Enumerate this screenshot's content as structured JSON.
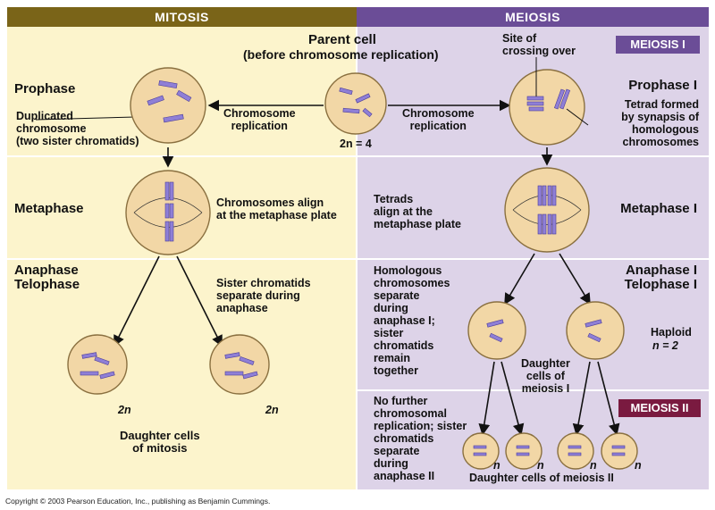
{
  "headers": {
    "mitosis": "MITOSIS",
    "meiosis": "MEIOSIS"
  },
  "tags": {
    "meiosis_one": "MEIOSIS I",
    "meiosis_two": "MEIOSIS II"
  },
  "parent": {
    "title": "Parent cell",
    "subtitle": "(before chromosome replication)",
    "ploidy": "2n = 4"
  },
  "crossing_over": "Site of\ncrossing over",
  "stages": {
    "prophase": "Prophase",
    "metaphase": "Metaphase",
    "anaphase_telophase": "Anaphase\nTelophase",
    "prophase_one": "Prophase I",
    "metaphase_one": "Metaphase I",
    "anaphase_telophase_one": "Anaphase I\nTelophase I"
  },
  "labels": {
    "duplicated": "Duplicated\nchromosome\n(two sister chromatids)",
    "replication_left": "Chromosome\nreplication",
    "replication_right": "Chromosome\nreplication",
    "tetrad_formed": "Tetrad formed\nby synapsis of\nhomologous\nchromosomes",
    "align_plate": "Chromosomes align\nat the metaphase plate",
    "tetrads_align": "Tetrads\nalign at the\nmetaphase plate",
    "sister_separate": "Sister chromatids\nseparate during\nanaphase",
    "homologous_separate": "Homologous\nchromosomes\nseparate\nduring\nanaphase I;\nsister\nchromatids\nremain\ntogether",
    "haploid": "Haploid",
    "haploid_n": "n = 2",
    "daughter_meiosis_one": "Daughter\ncells of\nmeiosis I",
    "no_further": "No further\nchromosomal\nreplication; sister\nchromatids\nseparate\nduring\nanaphase II",
    "daughter_mitosis": "Daughter cells\nof mitosis",
    "daughter_meiosis_two": "Daughter cells of meiosis II",
    "two_n_left": "2n",
    "two_n_right": "2n",
    "n_labels": [
      "n",
      "n",
      "n",
      "n"
    ]
  },
  "copyright": "Copyright © 2003 Pearson Education, Inc., publishing as Benjamin Cummings.",
  "colors": {
    "mitosis_header": "#7a6418",
    "meiosis_header": "#6b4d97",
    "mitosis_bg": "#fcf4cc",
    "meiosis_bg": "#ddd3e8",
    "cell_fill": "#f2d7a6",
    "cell_stroke": "#8a7040",
    "chromosome": "#8f7fd6",
    "meiosis_two_tag": "#7a1a40"
  }
}
